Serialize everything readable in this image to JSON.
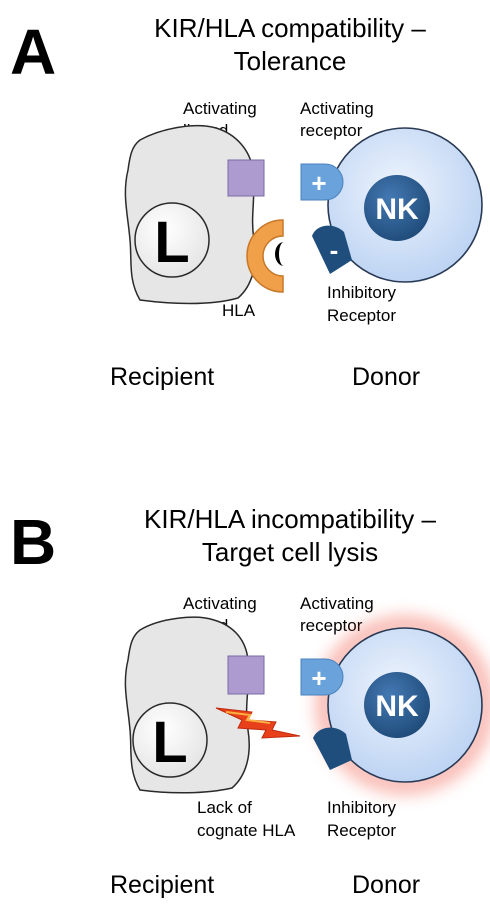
{
  "panelA": {
    "letter": "A",
    "title_line1": "KIR/HLA compatibility –",
    "title_line2": "Tolerance",
    "activating_ligand_1": "Activating",
    "activating_ligand_2": "ligand",
    "activating_receptor_1": "Activating",
    "activating_receptor_2": "receptor",
    "hla": "HLA",
    "inhibitory_1": "Inhibitory",
    "inhibitory_2": "Receptor",
    "recipient": "Recipient",
    "donor": "Donor",
    "target_cell": "L",
    "nk_cell": "NK",
    "plus": "+",
    "minus": "-"
  },
  "panelB": {
    "letter": "B",
    "title_line1": "KIR/HLA incompatibility –",
    "title_line2": "Target cell lysis",
    "activating_ligand_1": "Activating",
    "activating_ligand_2": "ligand",
    "activating_receptor_1": "Activating",
    "activating_receptor_2": "receptor",
    "lack_1": "Lack of",
    "lack_2": "cognate HLA",
    "inhibitory_1": "Inhibitory",
    "inhibitory_2": "Receptor",
    "recipient": "Recipient",
    "donor": "Donor",
    "target_cell": "L",
    "nk_cell": "NK",
    "plus": "+"
  },
  "colors": {
    "target_cell_fill": "#e6e6e6",
    "nk_cell_fill": "#cfe0f8",
    "nk_nucleus": "#2d5f93",
    "activating_receptor": "#6aa2dc",
    "inhibitory_receptor": "#1f4e7d",
    "ligand": "#ad9bd0",
    "hla": "#f0a048",
    "lysis_glow": "#f0503c",
    "lightning": "#e8401a"
  }
}
